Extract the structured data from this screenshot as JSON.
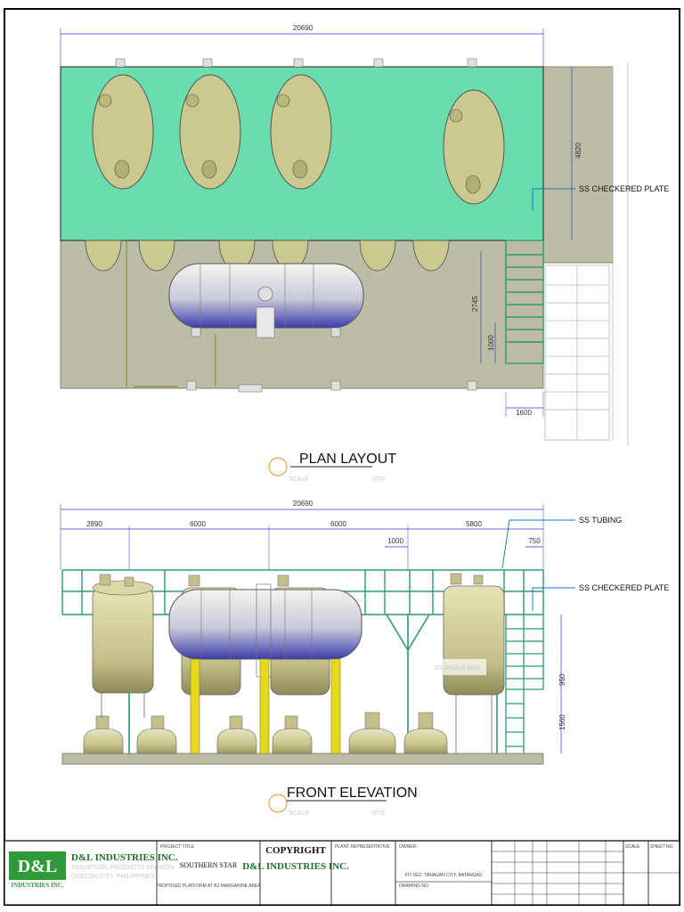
{
  "plan": {
    "title": "PLAN LAYOUT",
    "scale_note": "SCALE",
    "nts": "NTS",
    "dim_overall": "20690",
    "dim_side": "4820",
    "dim_stair_height": "2745",
    "dim_stair_1000": "1000",
    "dim_stair_width": "1600",
    "callout_plate": "SS CHECKERED PLATE"
  },
  "elevation": {
    "title": "FRONT ELEVATION",
    "scale_note": "SCALE",
    "nts": "NTS",
    "dim_overall": "20690",
    "dim_2890": "2890",
    "dim_6000a": "6000",
    "dim_6000b": "6000",
    "dim_5800": "5800",
    "dim_1000": "1000",
    "dim_750": "750",
    "dim_1560": "1560",
    "dim_vert_upper": "950",
    "callout_tubing": "SS TUBING",
    "callout_plate": "SS CHECKERED PLATE",
    "callout_angle": "SS ANGLE BAR"
  },
  "title_block": {
    "logo_text": "D&L",
    "logo_sub": "INDUSTRIES INC.",
    "company": "D&L INDUSTRIES INC.",
    "company_line2": "INDUSTRIAL PRODUCTS DIVISION",
    "company_line3": "QUEZON CITY, PHILIPPINES",
    "project_title_label": "PROJECT TITLE",
    "project_name": "SOUTHERN STAR",
    "project_desc": "PROPOSED PLATFORM AT B2 MARGARINE AREA",
    "copyright": "COPYRIGHT",
    "copyright_company": "D&L INDUSTRIES INC.",
    "plant_rep_label": "PLANT REPRESENTATIVE",
    "owner_label": "OWNER:",
    "owner_location": "FIT-SEZ, TANAUAN CITY, BATANGAS",
    "drawing_no_label": "DRAWING NO.",
    "scale_label": "SCALE",
    "sheet_label": "SHEET NO."
  },
  "colors": {
    "platform": "#6bdcae",
    "floor": "#bdbda6",
    "tank": "#d4d49a",
    "rail": "#2e9a6c",
    "dim_line": "#2a3fd8",
    "callout_line": "#1672d8",
    "logo_green": "#2e9a3a"
  }
}
